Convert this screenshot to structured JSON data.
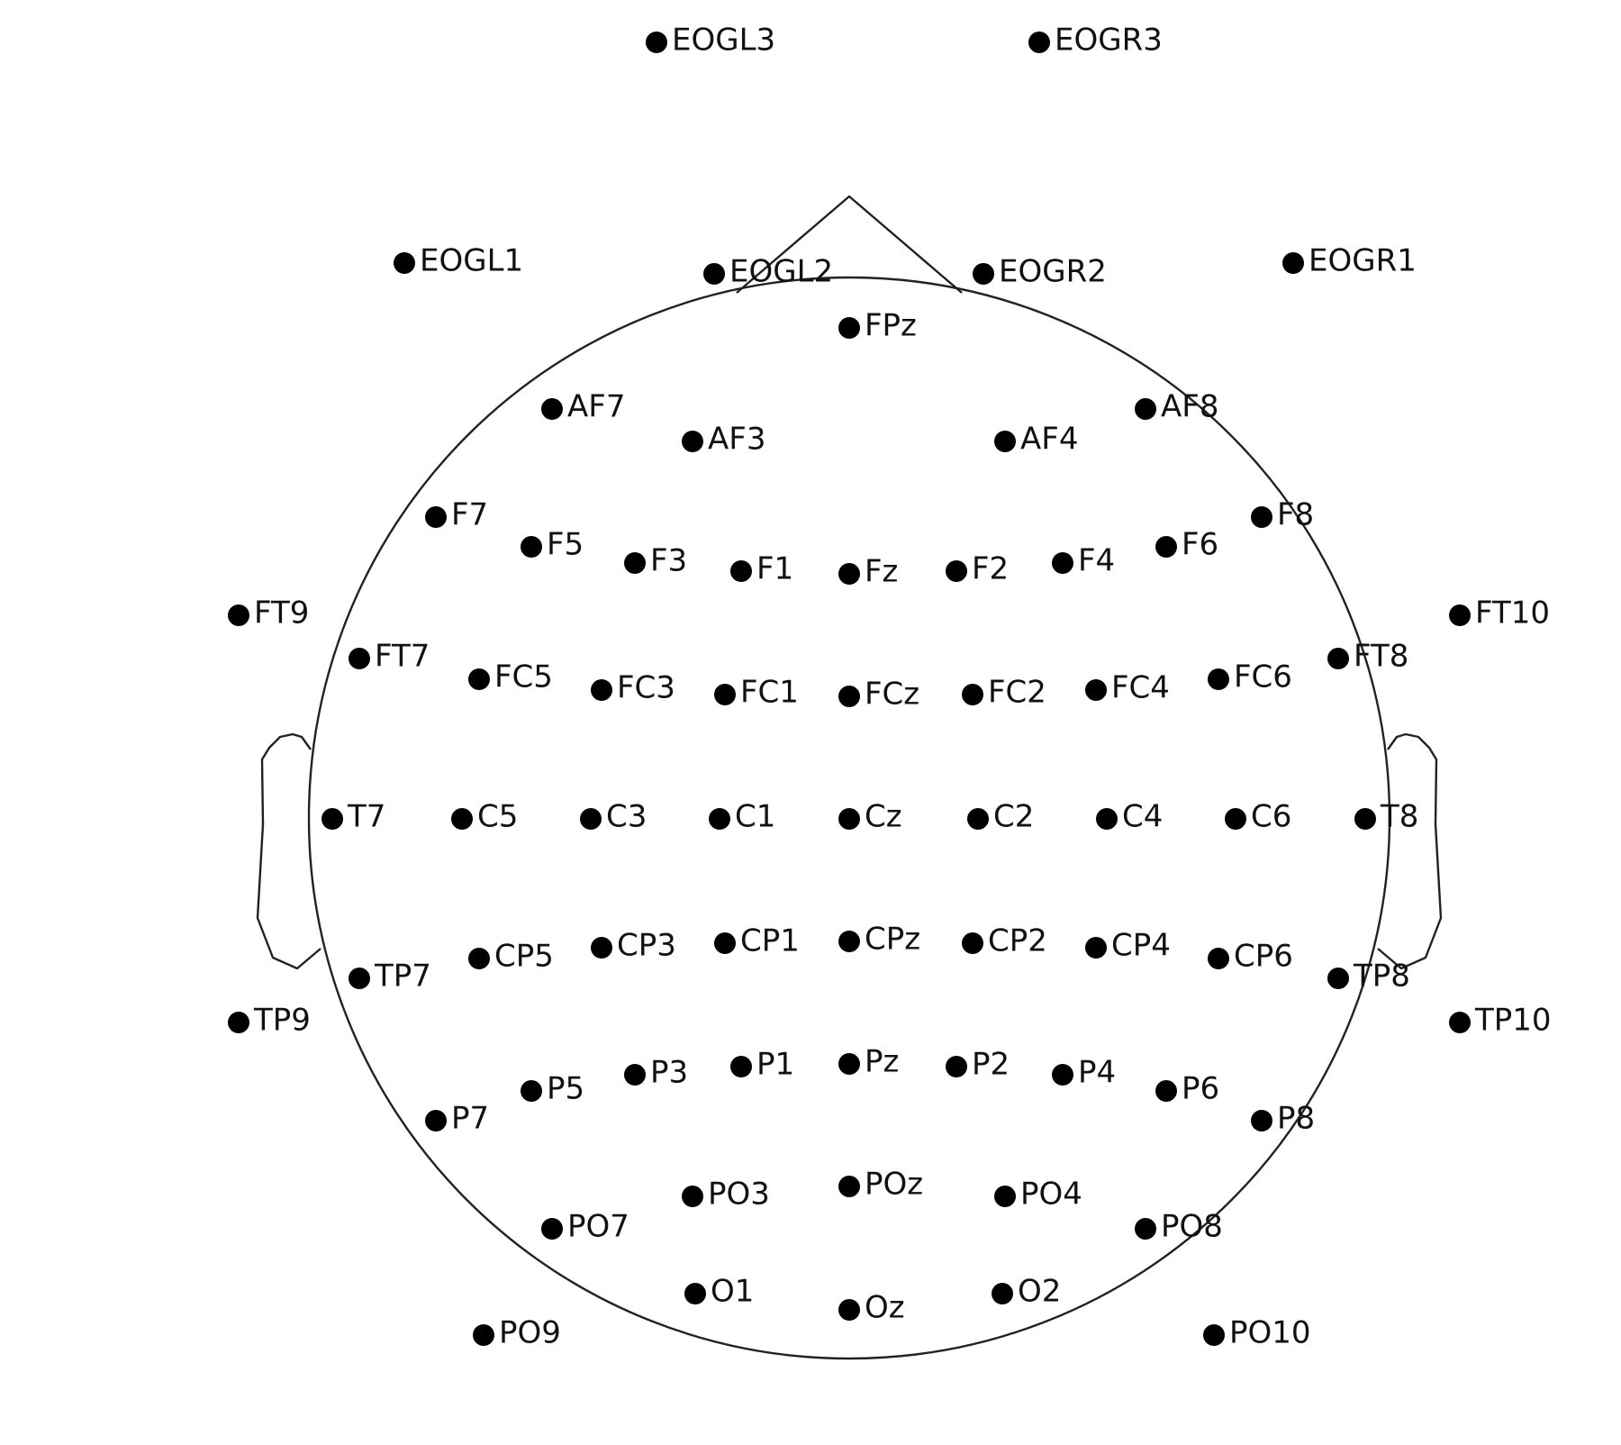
{
  "colors": {
    "background": "#ffffff",
    "outline": "#222222",
    "sensor": "#000000",
    "label": "#111111"
  },
  "sensors": [
    {
      "label": "EOGL3"
    },
    {
      "label": "EOGR3"
    },
    {
      "label": "EOGL1"
    },
    {
      "label": "EOGL2"
    },
    {
      "label": "EOGR2"
    },
    {
      "label": "EOGR1"
    },
    {
      "label": "FPz"
    },
    {
      "label": "AF7"
    },
    {
      "label": "AF3"
    },
    {
      "label": "AF4"
    },
    {
      "label": "AF8"
    },
    {
      "label": "F7"
    },
    {
      "label": "F5"
    },
    {
      "label": "F3"
    },
    {
      "label": "F1"
    },
    {
      "label": "Fz"
    },
    {
      "label": "F2"
    },
    {
      "label": "F4"
    },
    {
      "label": "F6"
    },
    {
      "label": "F8"
    },
    {
      "label": "FT9"
    },
    {
      "label": "FT10"
    },
    {
      "label": "FT7"
    },
    {
      "label": "FC5"
    },
    {
      "label": "FC3"
    },
    {
      "label": "FC1"
    },
    {
      "label": "FCz"
    },
    {
      "label": "FC2"
    },
    {
      "label": "FC4"
    },
    {
      "label": "FC6"
    },
    {
      "label": "FT8"
    },
    {
      "label": "T7"
    },
    {
      "label": "C5"
    },
    {
      "label": "C3"
    },
    {
      "label": "C1"
    },
    {
      "label": "Cz"
    },
    {
      "label": "C2"
    },
    {
      "label": "C4"
    },
    {
      "label": "C6"
    },
    {
      "label": "T8"
    },
    {
      "label": "TP7"
    },
    {
      "label": "CP5"
    },
    {
      "label": "CP3"
    },
    {
      "label": "CP1"
    },
    {
      "label": "CPz"
    },
    {
      "label": "CP2"
    },
    {
      "label": "CP4"
    },
    {
      "label": "CP6"
    },
    {
      "label": "TP8"
    },
    {
      "label": "TP9"
    },
    {
      "label": "TP10"
    },
    {
      "label": "P7"
    },
    {
      "label": "P5"
    },
    {
      "label": "P3"
    },
    {
      "label": "P1"
    },
    {
      "label": "Pz"
    },
    {
      "label": "P2"
    },
    {
      "label": "P4"
    },
    {
      "label": "P6"
    },
    {
      "label": "P8"
    },
    {
      "label": "PO7"
    },
    {
      "label": "PO3"
    },
    {
      "label": "POz"
    },
    {
      "label": "PO4"
    },
    {
      "label": "PO8"
    },
    {
      "label": "O1"
    },
    {
      "label": "Oz"
    },
    {
      "label": "O2"
    },
    {
      "label": "PO9"
    },
    {
      "label": "PO10"
    }
  ]
}
